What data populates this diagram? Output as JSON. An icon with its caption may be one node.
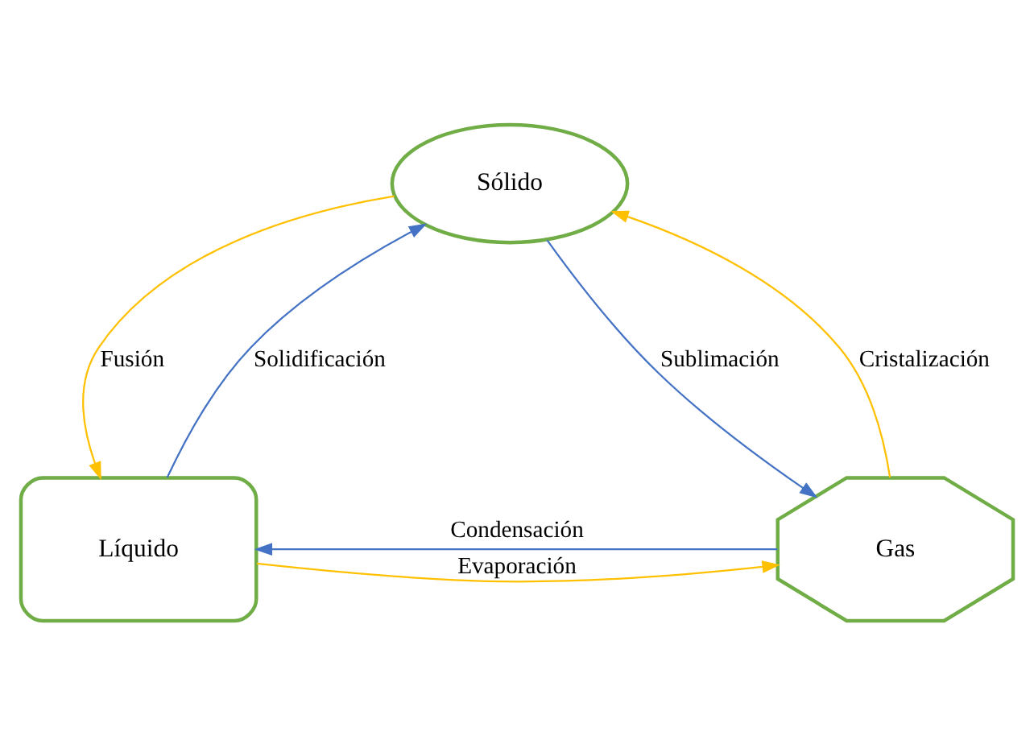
{
  "diagram": {
    "nodes": [
      {
        "text": [
          "Sólido"
        ]
      },
      {
        "text": [
          "Líquido"
        ]
      },
      {
        "text": [
          "Gas"
        ]
      }
    ],
    "edges": [
      {
        "from": 1,
        "to": 0,
        "arrow": "to",
        "label": "Solidificación",
        "color": "#4472c4"
      },
      {
        "from": 0,
        "to": 1,
        "arrow": "to",
        "label": "Fusión",
        "color": "#ffc000"
      },
      {
        "from": 0,
        "to": 2,
        "arrow": "to",
        "label": "Sublimación",
        "color": "#4472c4"
      },
      {
        "from": 2,
        "to": 0,
        "arrow": "to",
        "label": "Cristalización",
        "color": "#ffc000"
      },
      {
        "from": 1,
        "to": 2,
        "arrow": "to",
        "label": "Evaporación",
        "color": "#ffc000"
      },
      {
        "from": 2,
        "to": 1,
        "arrow": "to",
        "label": "Condensación",
        "color": "#4472c4"
      }
    ]
  }
}
